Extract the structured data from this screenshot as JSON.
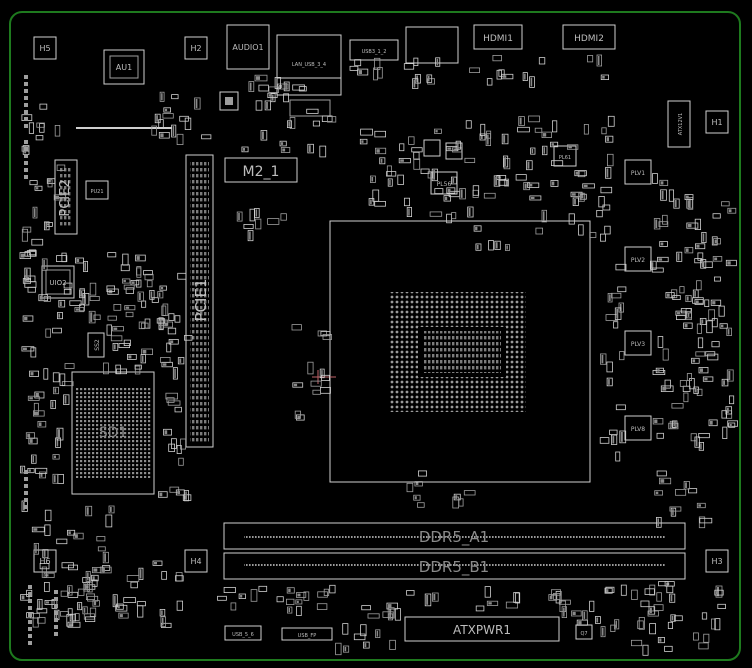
{
  "board": {
    "outline_color": "#1e7a1e",
    "silk_color": "#cfcfcf",
    "pad_color": "#9e9e9e"
  },
  "labels": {
    "h5": "H5",
    "au1": "AU1",
    "h2": "H2",
    "audio1": "AUDIO1",
    "lan_usb": "LAN_USB_3_4",
    "usb_top": "USB3_1_2",
    "hdmi1": "HDMI1",
    "hdmi2": "HDMI2",
    "atx12v1": "ATX12V1",
    "h1": "H1",
    "m2_1": "M2_1",
    "pcie2": "PCIE2",
    "pu21": "PU21",
    "pcie1": "PCIE1",
    "uio2": "UIO2",
    "pl56": "PL56",
    "pl61": "PL61",
    "plv1": "PLV1",
    "plv2": "PLV2",
    "plv3": "PLV3",
    "plv8": "PLV8",
    "ss2": "SS2",
    "sd1": "SD1",
    "h6": "H6",
    "h4": "H4",
    "h3": "H3",
    "ddr5_a1": "DDR5_A1",
    "ddr5_b1": "DDR5_B1",
    "atxpwr1": "ATXPWR1",
    "usb_bottom": "USB_5_6",
    "usb_fp": "USB_FP",
    "q7": "Q7"
  }
}
